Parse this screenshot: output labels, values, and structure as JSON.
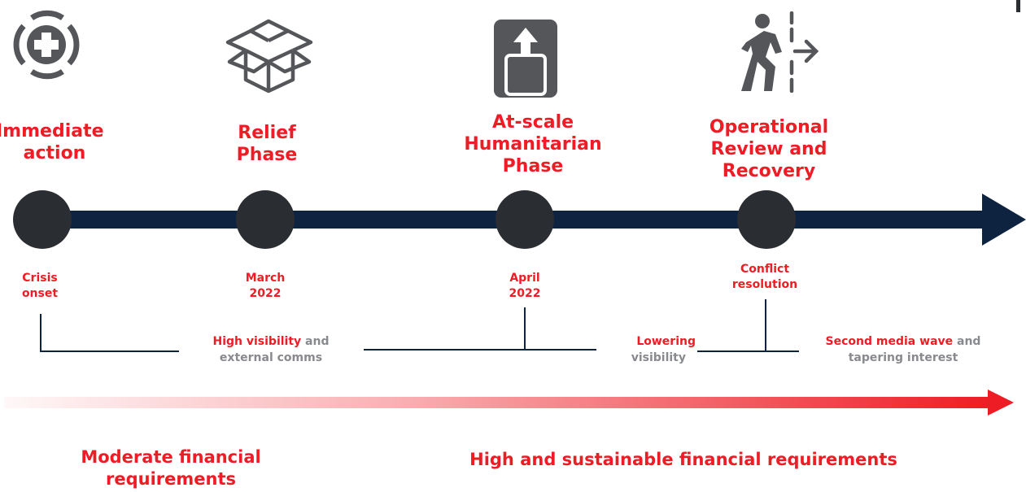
{
  "colors": {
    "accent_red": "#ee1c25",
    "timeline_navy": "#0d2340",
    "dot": "#2a2d31",
    "icon_grey": "#54565a",
    "muted_text": "#888a8e"
  },
  "icons": [
    "medical-cross-icon",
    "open-box-icon",
    "upload-arrow-icon",
    "person-exit-icon"
  ],
  "phases": [
    {
      "title_lines": [
        "Immediate",
        "action"
      ],
      "milestone_lines": [
        "Crisis",
        "onset"
      ]
    },
    {
      "title_lines": [
        "Relief",
        "Phase"
      ],
      "milestone_lines": [
        "March",
        "2022"
      ]
    },
    {
      "title_lines": [
        "At-scale",
        "Humanitarian",
        "Phase"
      ],
      "milestone_lines": [
        "April",
        "2022"
      ]
    },
    {
      "title_lines": [
        "Operational",
        "Review and",
        "Recovery"
      ],
      "milestone_lines": [
        "Conflict",
        "resolution"
      ]
    }
  ],
  "visibility": [
    {
      "highlight": "High visibility",
      "rest": " and",
      "line2": "external comms"
    },
    {
      "highlight": "Lowering",
      "rest": "",
      "line2": "visibility"
    },
    {
      "highlight": "Second media wave",
      "rest": " and",
      "line2": "tapering interest"
    }
  ],
  "financial": {
    "moderate_lines": [
      "Moderate financial",
      "requirements"
    ],
    "high": "High and sustainable financial requirements"
  }
}
